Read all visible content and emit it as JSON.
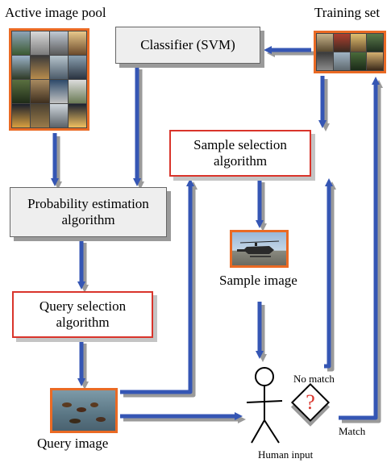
{
  "labels": {
    "active_pool": "Active image pool",
    "training_set": "Training set",
    "sample_image": "Sample image",
    "query_image": "Query image",
    "human_input": "Human input",
    "no_match": "No match",
    "match": "Match",
    "question_mark": "?"
  },
  "boxes": {
    "classifier": "Classifier (SVM)",
    "probability": "Probability estimation algorithm",
    "query_selection": "Query selection algorithm",
    "sample_selection": "Sample selection algorithm"
  },
  "colors": {
    "arrow": "#3556b4",
    "arrow_shadow": "#9a9a9a",
    "frame": "#ea6a24",
    "highlight_border": "#d9342b",
    "question_mark": "#d9342b"
  }
}
